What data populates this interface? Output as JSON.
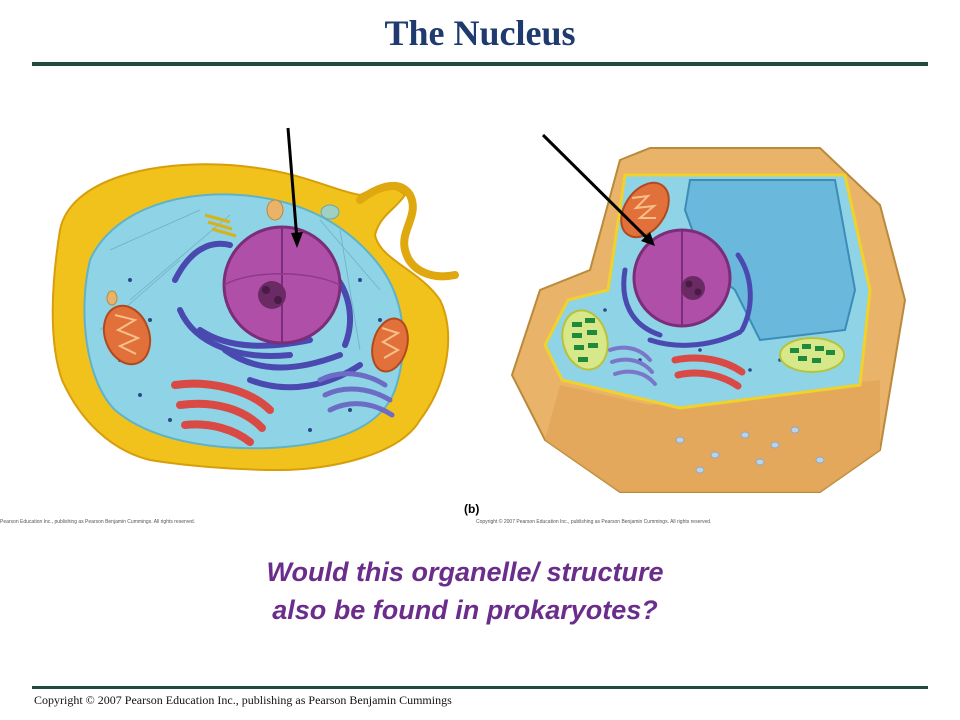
{
  "slide": {
    "title": "The Nucleus",
    "question": "Would this organelle/ structure also be found in prokaryotes?",
    "panel_label": "(b)",
    "figure_credit_left": "Pearson Education Inc., publishing as Pearson Benjamin Cummings. All rights reserved.",
    "figure_credit_right": "Copyright © 2007 Pearson Education Inc., publishing as Pearson Benjamin Cummings. All rights reserved.",
    "copyright": "Copyright © 2007 Pearson Education Inc., publishing as Pearson Benjamin Cummings"
  },
  "colors": {
    "title": "#1f3a6e",
    "question": "#6b2d8c",
    "rule": "#1f4a3a",
    "nucleus": "#b04fa8",
    "cytoplasm": "#8ed3e6",
    "animal_membrane": "#f2c21c",
    "plant_wall": "#e9b36a"
  }
}
